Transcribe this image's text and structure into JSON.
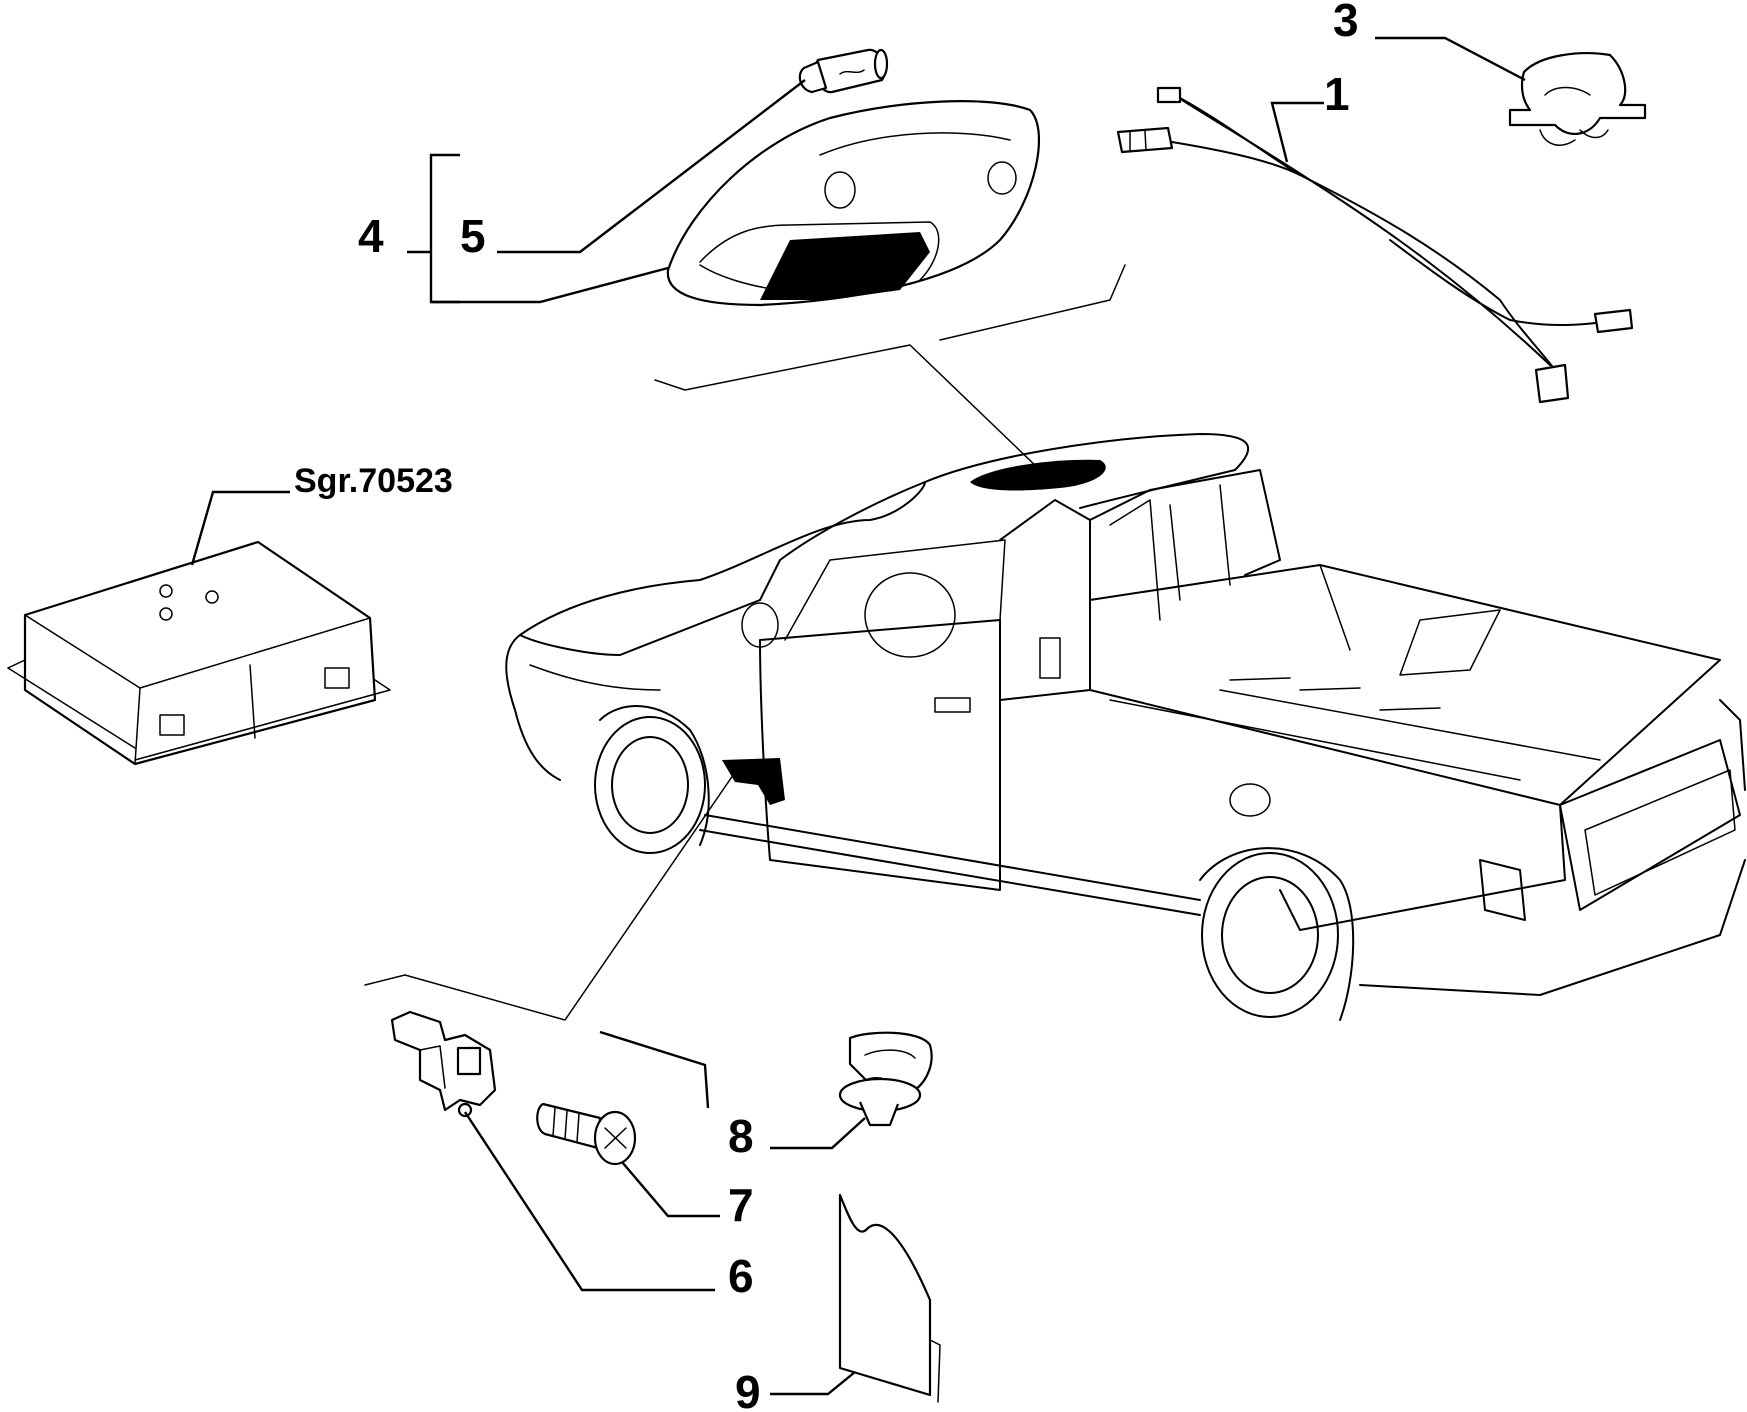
{
  "callouts": {
    "c1": "1",
    "c3": "3",
    "c4": "4",
    "c5": "5",
    "c6": "6",
    "c7": "7",
    "c8": "8",
    "c9": "9"
  },
  "reference_label": "Sgr.70523",
  "icons": [
    "pickup-truck-icon",
    "dome-light-icon",
    "bulb-icon",
    "wiring-harness-icon",
    "clip-icon",
    "control-unit-icon",
    "door-switch-icon",
    "screw-icon",
    "grommet-icon",
    "cover-plate-icon"
  ]
}
